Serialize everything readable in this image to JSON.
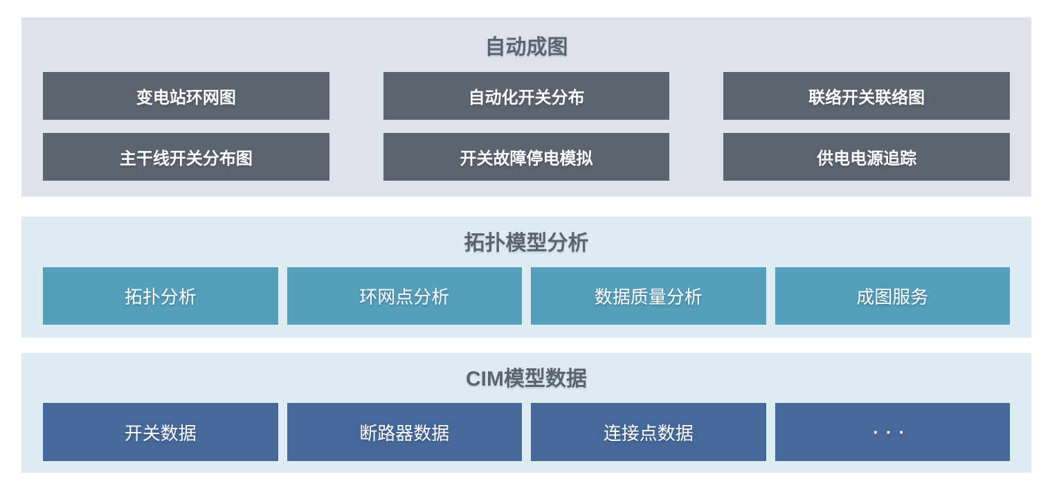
{
  "diagram": {
    "title_color": "#5b6470",
    "sections": [
      {
        "id": "auto-diagram",
        "title": "自动成图",
        "background": "#dee2ea",
        "box_color": "#5c6470",
        "text_color": "#ffffff",
        "rows": [
          [
            "变电站环网图",
            "自动化开关分布",
            "联络开关联络图"
          ],
          [
            "主干线开关分布图",
            "开关故障停电模拟",
            "供电电源追踪"
          ]
        ]
      },
      {
        "id": "topology-model-analysis",
        "title": "拓扑模型分析",
        "background": "#deebf2",
        "box_color": "#549fbc",
        "text_color": "#ffffff",
        "items": [
          "拓扑分析",
          "环网点分析",
          "数据质量分析",
          "成图服务"
        ]
      },
      {
        "id": "cim-model-data",
        "title": "CIM模型数据",
        "background": "#deebf2",
        "box_color": "#46699b",
        "text_color": "#ffffff",
        "items": [
          "开关数据",
          "断路器数据",
          "连接点数据",
          "···"
        ]
      }
    ]
  }
}
